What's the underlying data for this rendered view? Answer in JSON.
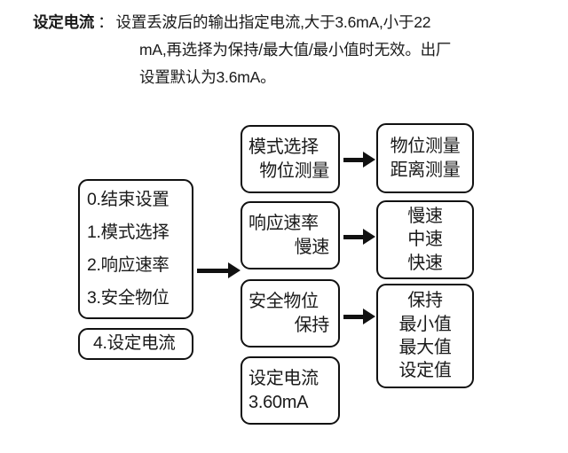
{
  "description": {
    "label": "设定电流",
    "colon": "：",
    "line1_rest": "设置丢波后的输出指定电流,大于3.6mA,小于22",
    "line2": "mA,再选择为保持/最大值/最小值时无效。出厂",
    "line3": "设置默认为3.6mA。"
  },
  "diagram": {
    "menu_main": {
      "items": [
        "0.结束设置",
        "1.模式选择",
        "2.响应速率",
        "3.安全物位"
      ]
    },
    "menu_current": {
      "item": "4.设定电流"
    },
    "middle": [
      {
        "title": "模式选择",
        "value": "物位测量"
      },
      {
        "title": "响应速率",
        "value": "慢速"
      },
      {
        "title": "安全物位",
        "value": "保持"
      },
      {
        "title": "设定电流",
        "value": "3.60mA"
      }
    ],
    "right": [
      {
        "options": [
          "物位测量",
          "距离测量"
        ]
      },
      {
        "options": [
          "慢速",
          "中速",
          "快速"
        ]
      },
      {
        "options": [
          "保持",
          "最小值",
          "最大值",
          "设定值"
        ]
      }
    ]
  },
  "colors": {
    "stroke": "#111111",
    "text": "#1a1a1a",
    "background": "#ffffff"
  }
}
